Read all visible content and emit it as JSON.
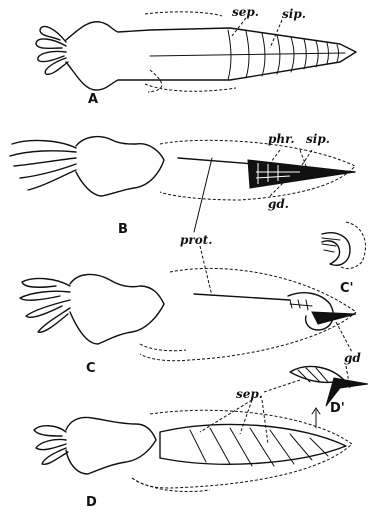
{
  "figure": {
    "panel_labels": {
      "a": "A",
      "b": "B",
      "c": "C",
      "c_prime": "C'",
      "d": "D",
      "d_prime": "D'"
    },
    "annotations": {
      "sep_a": "sep.",
      "sip_a": "sip.",
      "phr": "phr.",
      "sip_b": "sip.",
      "gd_b": "gd.",
      "prot": "prot.",
      "gd_c": "gd",
      "sep_d": "sep."
    }
  }
}
